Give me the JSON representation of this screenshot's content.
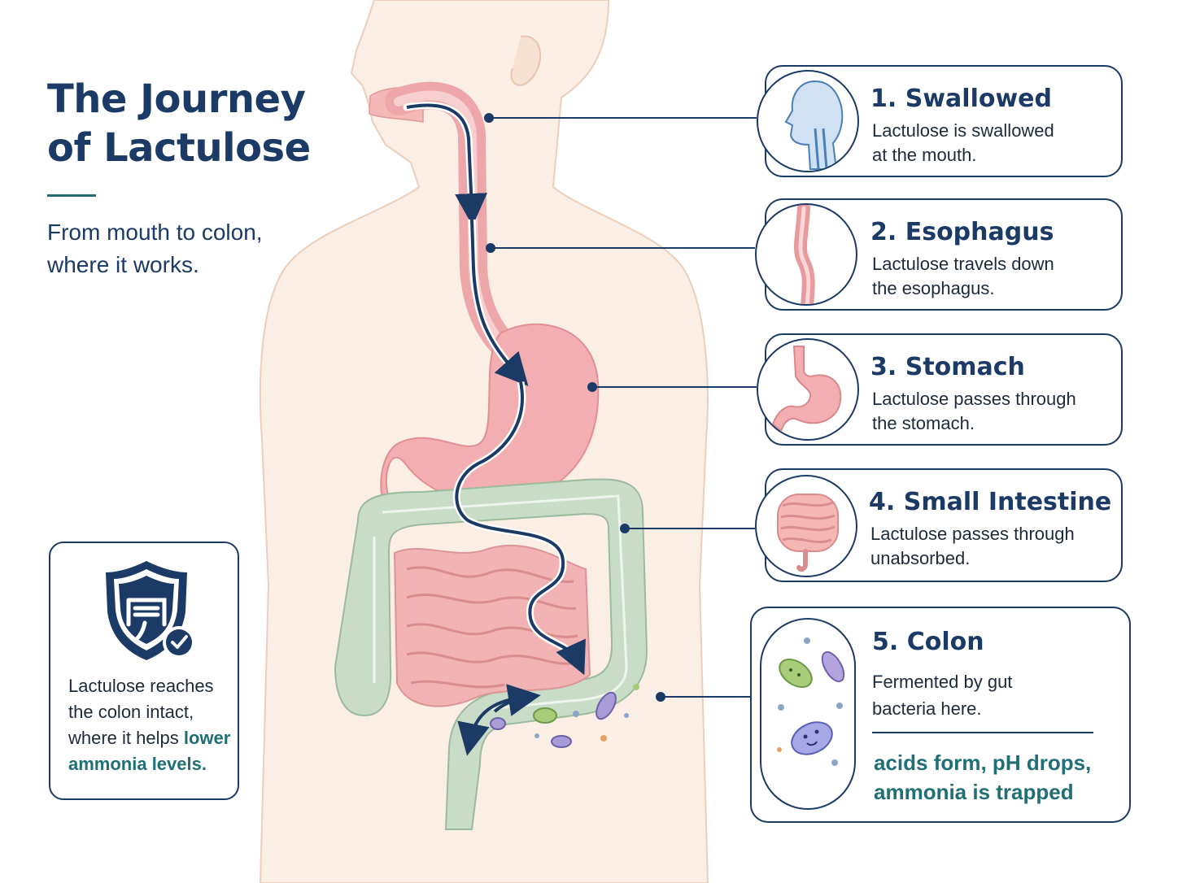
{
  "title": {
    "line1": "The Journey",
    "line2": "of Lactulose"
  },
  "subtitle": {
    "line1": "From mouth to colon,",
    "line2": "where it works."
  },
  "summary_card": {
    "line1": "Lactulose reaches",
    "line2": "the colon intact,",
    "line3_plain": "where it helps ",
    "line3_highlight": "lower",
    "line4_highlight": "ammonia levels."
  },
  "steps": [
    {
      "title": "1. Swallowed",
      "line1": "Lactulose is swallowed",
      "line2": "at the mouth.",
      "icon": "head-profile-icon"
    },
    {
      "title": "2. Esophagus",
      "line1": "Lactulose travels down",
      "line2": "the esophagus.",
      "icon": "esophagus-icon"
    },
    {
      "title": "3. Stomach",
      "line1": "Lactulose passes through",
      "line2": "the stomach.",
      "icon": "stomach-icon"
    },
    {
      "title": "4. Small Intestine",
      "line1": "Lactulose passes through",
      "line2": "unabsorbed.",
      "icon": "small-intestine-icon"
    },
    {
      "title": "5. Colon",
      "line1": "Fermented by gut",
      "line2": "bacteria here.",
      "highlight1": "acids form, pH drops,",
      "highlight2": "ammonia is trapped",
      "icon": "bacteria-icon"
    }
  ],
  "colors": {
    "navy": "#1b3a66",
    "teal": "#1f6f74",
    "gut_pink": "#f2aeb0",
    "colon_green": "#c9dcc8",
    "skin": "#fbeee4"
  }
}
